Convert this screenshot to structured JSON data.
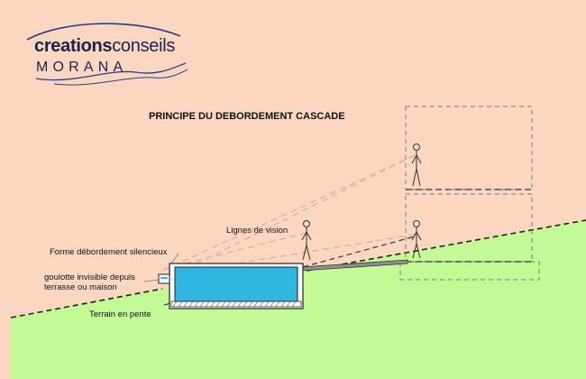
{
  "logo": {
    "word_bold": "creations",
    "word_light": "conseils",
    "subtitle": "MORANA",
    "accent_color": "#2b3a8c"
  },
  "title": "PRINCIPE DU DEBORDEMENT CASCADE",
  "labels": {
    "vision_lines": "Lignes de vision",
    "overflow_shape": "Forme débordement silencieux",
    "gutter_line1": "goulotte invisible depuis",
    "gutter_line2": "terrasse ou maison",
    "slope": "Terrain en pente"
  },
  "colors": {
    "background": "#fbd7c2",
    "ground": "#c3fa96",
    "water": "#2fb7e0",
    "sight_lines": "#e0b0a0",
    "building_outline": "#9a8a80"
  }
}
